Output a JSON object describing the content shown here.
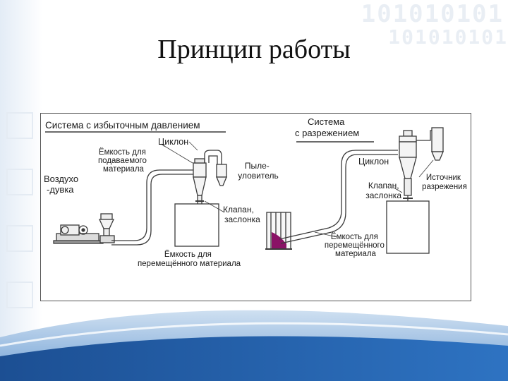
{
  "slide": {
    "title": "Принцип работы"
  },
  "decor": {
    "binary_top": "101010101",
    "binary_bottom": "101010101"
  },
  "colors": {
    "accent": "#8a1266",
    "pipe": "#3a3a3a",
    "bg_blue": "#1f5fa6"
  },
  "diagram": {
    "left_system": {
      "title": "Система с избыточным давлением",
      "cyclone": "Циклон",
      "feed_tank": [
        "Ёмкость для",
        "подаваемого",
        "материала"
      ],
      "blower": [
        "Воздухо",
        "-дувка"
      ],
      "dust_collector": [
        "Пыле-",
        "уловитель"
      ],
      "valve": [
        "Клапан,",
        "заслонка"
      ],
      "receiving_tank": [
        "Ёмкость для",
        "перемещённого материала"
      ]
    },
    "right_system": {
      "title": [
        "Система",
        "с разрежением"
      ],
      "cyclone": "Циклон",
      "vacuum_source": [
        "Источник",
        "разрежения"
      ],
      "valve": [
        "Клапан,",
        "заслонка"
      ],
      "feed_tank": [
        "Ёмкость для",
        "перемещённого",
        "материала"
      ]
    }
  }
}
